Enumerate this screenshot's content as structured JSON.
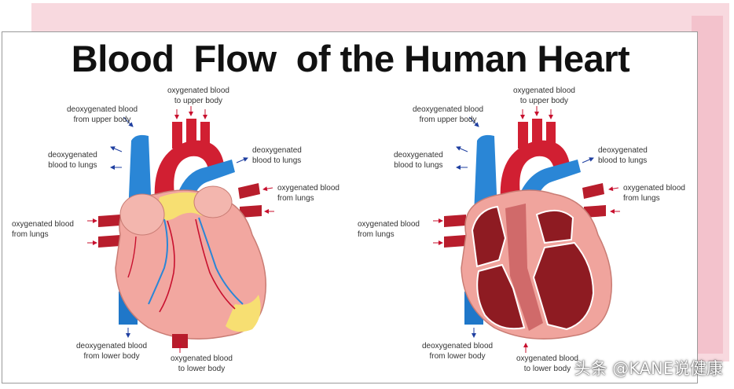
{
  "title": "Blood  Flow  of the Human Heart",
  "colors": {
    "oxygenated": "#c8102e",
    "deoxygenated": "#1f77c9",
    "muscle": "#f2a7a0",
    "muscle_dark": "#c95b5b",
    "fat": "#f7df72",
    "inner": "#8e1b22"
  },
  "labels": {
    "deoxy_upper": "deoxygenated blood\nfrom upper body",
    "oxy_upper": "oxygenated blood\nto upper body",
    "deoxy_lungs_left": "deoxygenated\nblood to lungs",
    "deoxy_lungs_right": "deoxygenated\nblood to lungs",
    "oxy_from_lungs_right": "oxygenated blood\nfrom lungs",
    "oxy_from_lungs_left": "oxygenated blood\nfrom lungs",
    "deoxy_lower": "deoxygenated blood\nfrom lower body",
    "oxy_lower": "oxygenated blood\nto lower body"
  },
  "labels_right": {
    "deoxy_upper": "deoxygenated blood\nfrom upper body",
    "oxy_upper": "oxygenated blood\nto upper body",
    "deoxy_lungs_left": "deoxygenated\nblood to lungs",
    "deoxy_lungs_right": "deoxygenated\nblood to lungs",
    "oxy_from_lungs_right": "oxygenated blood\nfrom lungs",
    "oxy_from_lungs_left": "oxygenated blood\nfrom lungs",
    "deoxy_lower": "deoxygenated blood\nfrom lower body",
    "oxy_lower": "oxygenated blood\nto lower body"
  },
  "watermark": "头条 @KANE说健康"
}
